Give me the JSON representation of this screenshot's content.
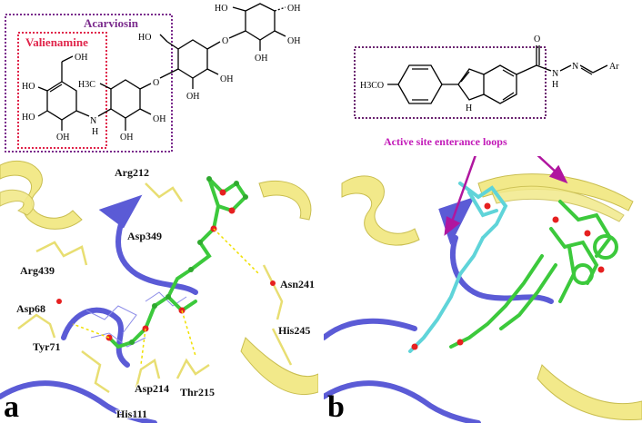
{
  "structures": {
    "acarviosin_label": "Acarviosin",
    "valienamine_label": "Valienamine",
    "ligand_atoms": {
      "methoxy": "H3CO",
      "nh_imidazole": "H",
      "nh_hydrazide": "H",
      "hydrazide_n1": "N",
      "hydrazide_n2": "N",
      "aryl": "Ar",
      "carbonyl_o": "O"
    },
    "sugar_atoms": {
      "oh": "OH",
      "ho": "HO",
      "o": "O",
      "n": "N",
      "h": "H",
      "ch3": "H3C"
    }
  },
  "panel_a": {
    "letter": "a",
    "residues": [
      "Arg212",
      "Asp349",
      "Arg439",
      "Asn241",
      "Asp68",
      "Tyr71",
      "His245",
      "Asp214",
      "Thr215",
      "His111"
    ]
  },
  "panel_b": {
    "letter": "b",
    "annotation": "Active site enterance loops"
  },
  "colors": {
    "acarviosin_box": "#7a2a8c",
    "valienamine_box": "#e0244a",
    "ligand_box": "#6b2470",
    "helix": "#f2e98a",
    "loop_blue": "#5b5bd6",
    "ligand_green": "#3cc93c",
    "ligand_cyan": "#5fd4d9",
    "oxygen": "#e62020",
    "arrow": "#b0169f"
  }
}
